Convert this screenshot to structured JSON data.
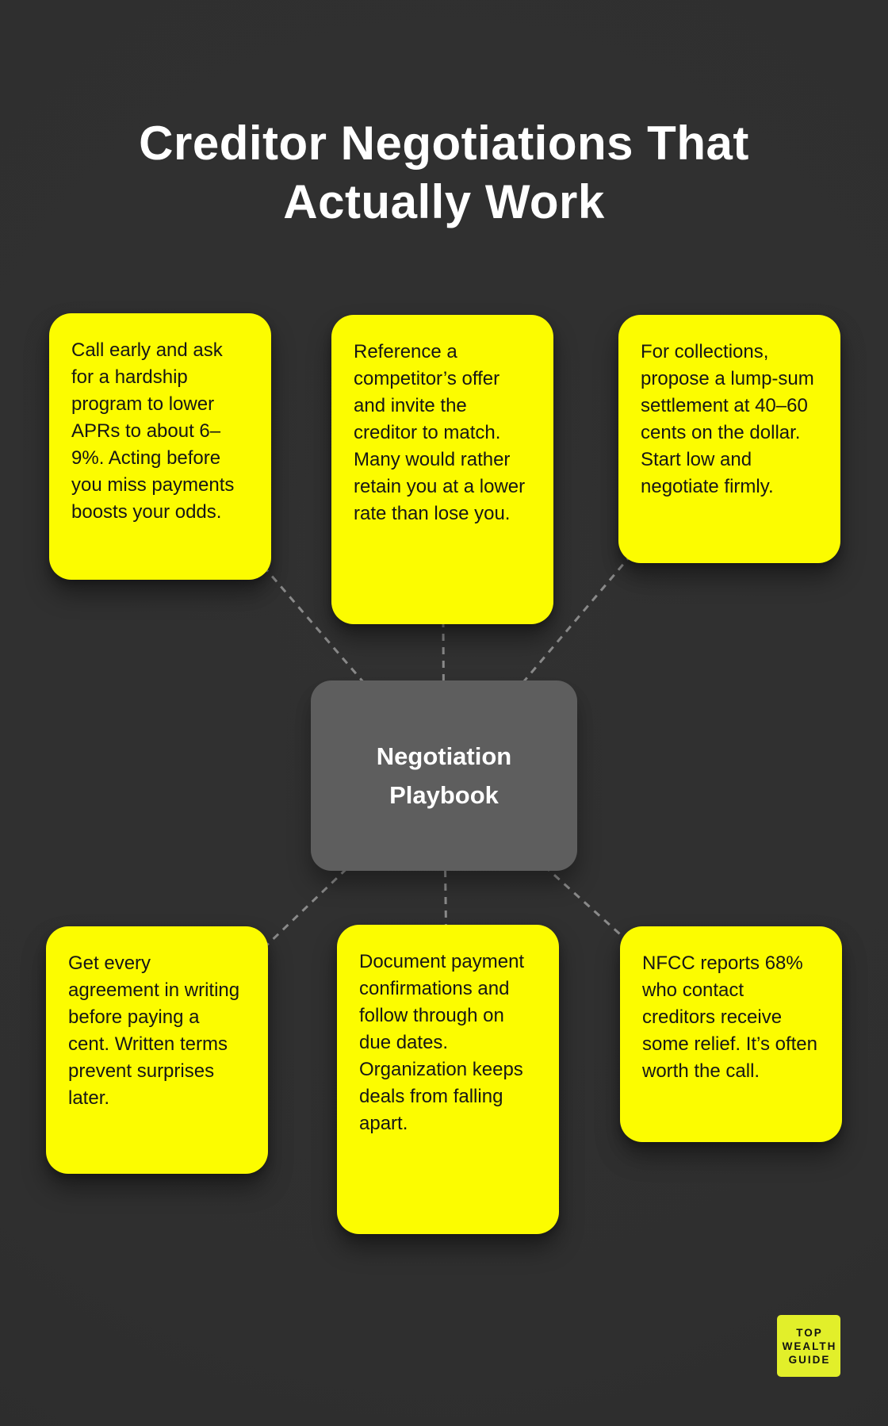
{
  "page": {
    "background_color": "#2f2f2f",
    "card_color": "#fcfc00",
    "hub_color": "#5e5e5e",
    "connector_color": "#8a8a8a",
    "text_color": "#161616",
    "title_color": "#ffffff"
  },
  "title": "Creditor Negotiations That Actually Work",
  "hub": {
    "label": "Negotiation Playbook"
  },
  "cards": [
    {
      "name": "hardship-program",
      "text": "Call early and ask for a hardship program to lower APRs to about 6–9%. Acting before you miss payments boosts your odds."
    },
    {
      "name": "competitor-offer",
      "text": "Reference a competitor’s offer and invite the creditor to match. Many would rather retain you at a lower rate than lose you."
    },
    {
      "name": "lump-sum-settlement",
      "text": "For collections, propose a lump-sum settlement at 40–60 cents on the dollar. Start low and negotiate firmly."
    },
    {
      "name": "get-it-in-writing",
      "text": "Get every agreement in writing before paying a cent. Written terms prevent surprises later."
    },
    {
      "name": "document-payments",
      "text": "Document payment confirmations and follow through on due dates. Organization keeps deals from falling apart."
    },
    {
      "name": "nfcc-statistic",
      "text": "NFCC reports 68% who contact creditors receive some relief. It’s often worth the call."
    }
  ],
  "logo": {
    "background": "#e2ef2a",
    "lines": [
      "TOP",
      "WEALTH",
      "GUIDE"
    ]
  }
}
